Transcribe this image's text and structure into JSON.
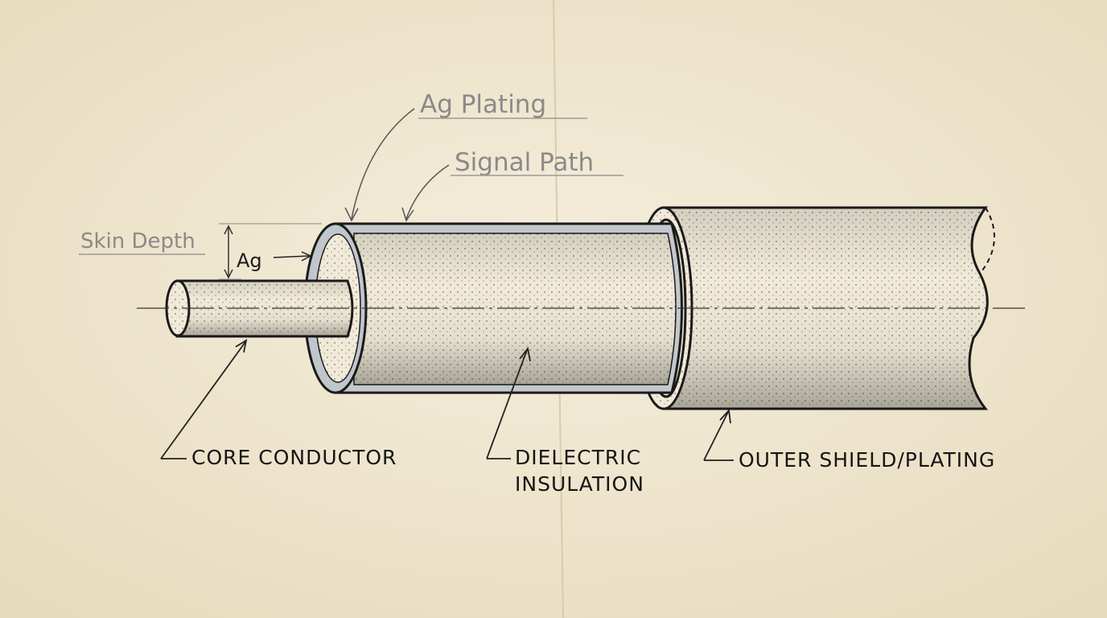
{
  "diagram": {
    "labels": {
      "ag_plating": "Ag Plating",
      "signal_path": "Signal Path",
      "skin_depth": "Skin Depth",
      "ag": "Ag",
      "core_conductor": "CORE CONDUCTOR",
      "dielectric_line1": "DIELECTRIC",
      "dielectric_line2": "INSULATION",
      "outer_shield": "OUTER SHIELD/PLATING"
    },
    "colors": {
      "paper": "#efe7d2",
      "ink": "#1b1b1b",
      "pencil": "#8a8a88",
      "silver": "#b9bfc4"
    }
  }
}
